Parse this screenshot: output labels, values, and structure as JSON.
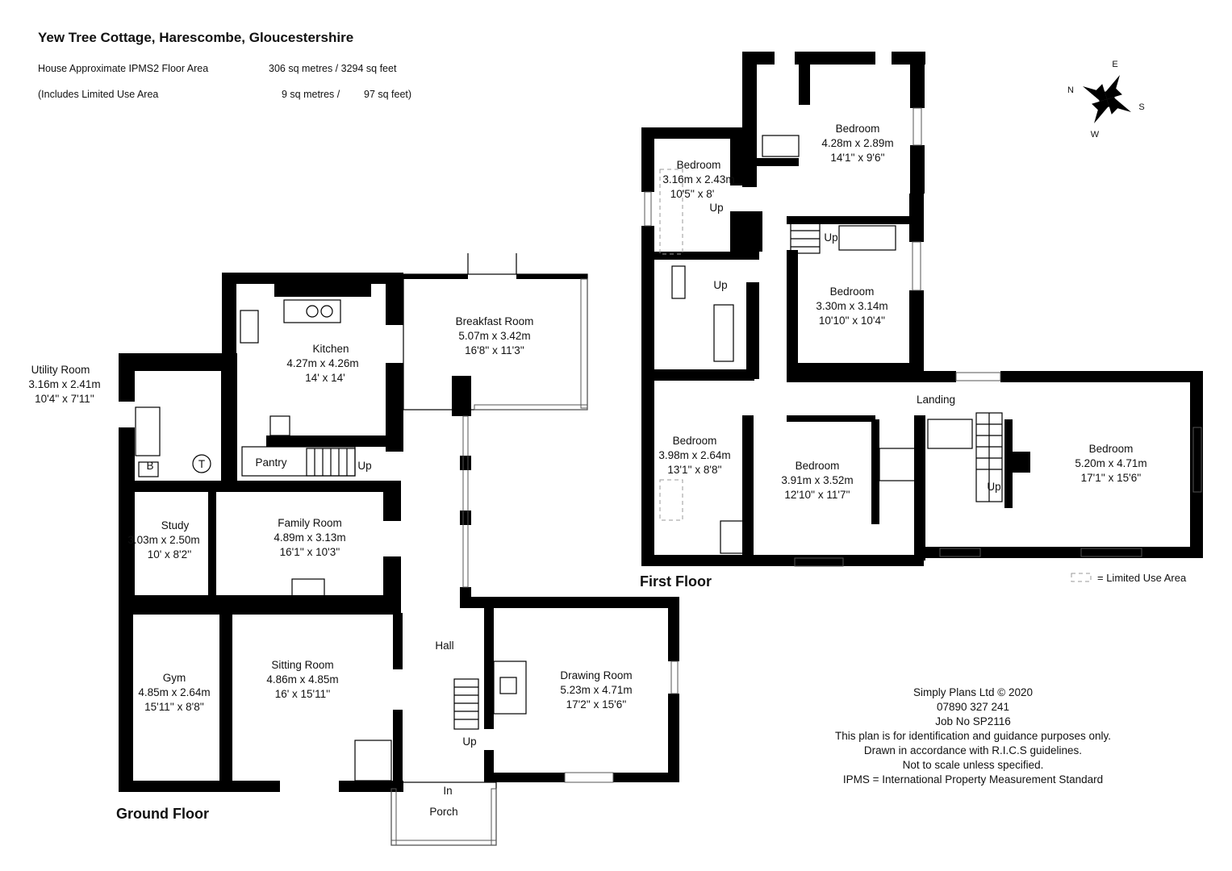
{
  "header": {
    "title": "Yew Tree Cottage, Harescombe, Gloucestershire",
    "area_label": "House Approximate IPMS2 Floor Area",
    "area_value": "306 sq metres / 3294 sq feet",
    "limited_label": "(Includes Limited Use Area",
    "limited_value_m": "9 sq metres /",
    "limited_value_ft": "97 sq feet)"
  },
  "floors": {
    "ground": "Ground Floor",
    "first": "First Floor"
  },
  "compass": {
    "n": "N",
    "e": "E",
    "s": "S",
    "w": "W"
  },
  "ground_rooms": {
    "utility": {
      "name": "Utility Room",
      "metric": "3.16m x 2.41m",
      "imperial": "10'4'' x 7'11''"
    },
    "kitchen": {
      "name": "Kitchen",
      "metric": "4.27m x 4.26m",
      "imperial": "14' x 14'"
    },
    "breakfast": {
      "name": "Breakfast Room",
      "metric": "5.07m x 3.42m",
      "imperial": "16'8'' x 11'3''"
    },
    "pantry": {
      "name": "Pantry"
    },
    "study": {
      "name": "Study",
      "metric": "3.03m x 2.50m",
      "imperial": "10' x 8'2''"
    },
    "family": {
      "name": "Family Room",
      "metric": "4.89m x 3.13m",
      "imperial": "16'1'' x 10'3''"
    },
    "gym": {
      "name": "Gym",
      "metric": "4.85m x 2.64m",
      "imperial": "15'11'' x 8'8''"
    },
    "sitting": {
      "name": "Sitting Room",
      "metric": "4.86m x 4.85m",
      "imperial": "16' x 15'11''"
    },
    "hall": {
      "name": "Hall"
    },
    "drawing": {
      "name": "Drawing Room",
      "metric": "5.23m x 4.71m",
      "imperial": "17'2'' x 15'6''"
    },
    "porch": {
      "name": "Porch"
    },
    "in": "In",
    "up_stairs": "Up",
    "up_pantry": "Up",
    "boiler": "B",
    "tank": "T"
  },
  "first_rooms": {
    "bed_a": {
      "name": "Bedroom",
      "metric": "3.16m x 2.43m",
      "imperial": "10'5'' x 8'"
    },
    "bed_b": {
      "name": "Bedroom",
      "metric": "4.28m x 2.89m",
      "imperial": "14'1'' x 9'6''"
    },
    "bed_c": {
      "name": "Bedroom",
      "metric": "3.30m x 3.14m",
      "imperial": "10'10'' x 10'4''"
    },
    "bed_d": {
      "name": "Bedroom",
      "metric": "3.98m x 2.64m",
      "imperial": "13'1'' x 8'8''"
    },
    "bed_e": {
      "name": "Bedroom",
      "metric": "3.91m x 3.52m",
      "imperial": "12'10'' x 11'7''"
    },
    "bed_f": {
      "name": "Bedroom",
      "metric": "5.20m x 4.71m",
      "imperial": "17'1'' x 15'6''"
    },
    "landing": {
      "name": "Landing"
    },
    "up_1": "Up",
    "up_2": "Up",
    "up_3": "Up",
    "up_4": "Up"
  },
  "legend": {
    "limited": "= Limited Use Area"
  },
  "notes": {
    "l1": "Simply Plans Ltd © 2020",
    "l2": "07890 327 241",
    "l3": "Job No SP2116",
    "l4": "This plan is for identification and guidance purposes only.",
    "l5": "Drawn in accordance with R.I.C.S guidelines.",
    "l6": "Not to scale unless specified.",
    "l7": "IPMS = International Property Measurement Standard"
  }
}
